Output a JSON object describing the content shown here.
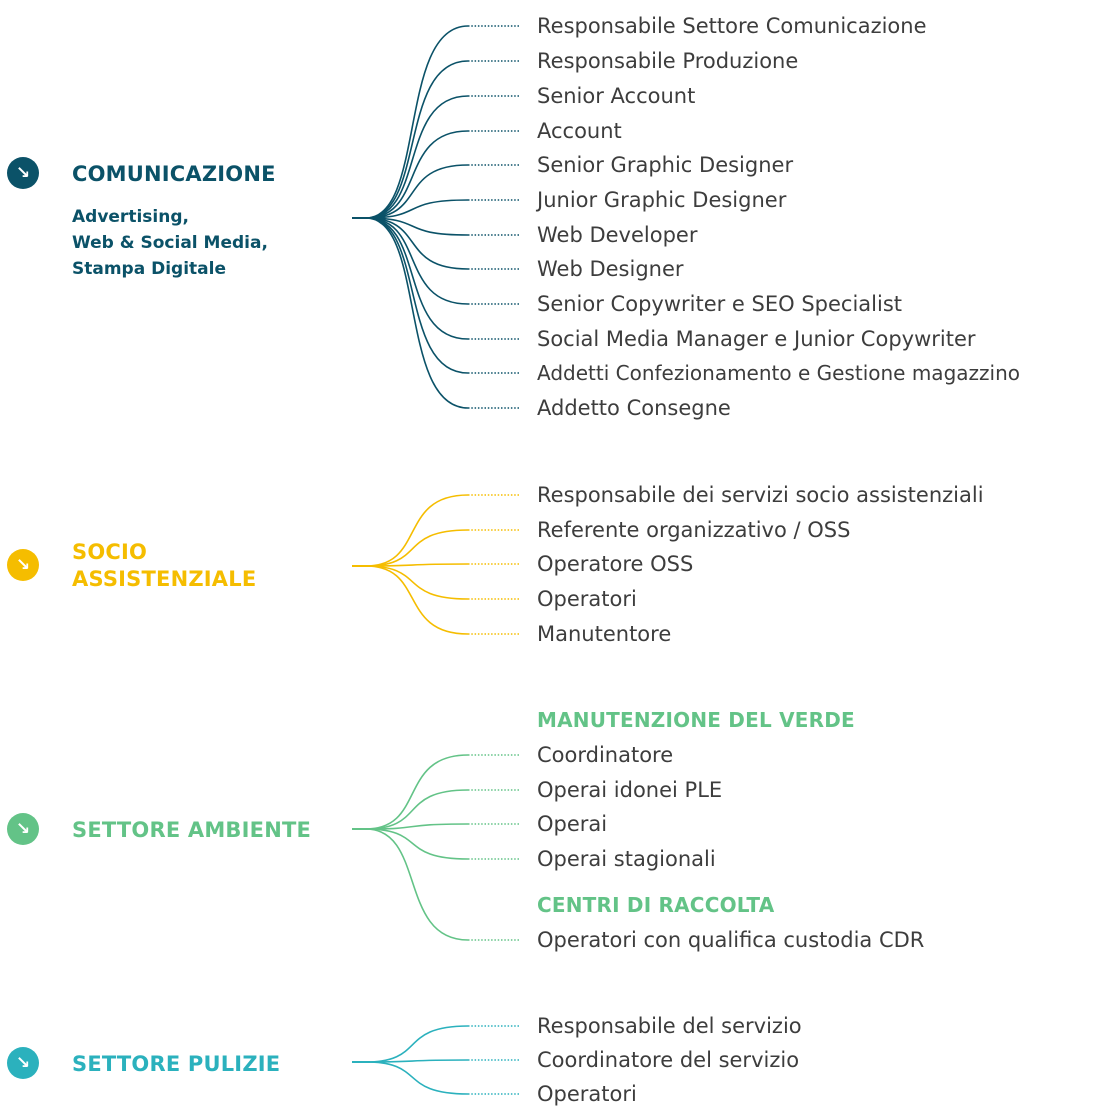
{
  "sectors": [
    {
      "id": "comunicazione",
      "color": "#0b5268",
      "icon": "arrow-down-right-icon",
      "title": "COMUNICAZIONE",
      "subtitle": [
        "Advertising,",
        "Web & Social Media,",
        "Stampa Digitale"
      ],
      "roles": [
        "Responsabile Settore Comunicazione",
        "Responsabile Produzione",
        "Senior Account",
        "Account",
        "Senior Graphic Designer",
        "Junior Graphic Designer",
        "Web Developer",
        "Web Designer",
        "Senior Copywriter e SEO Specialist",
        "Social Media Manager e Junior Copywriter",
        "Addetti Confezionamento e Gestione magazzino",
        "Addetto Consegne"
      ]
    },
    {
      "id": "socio-assistenziale",
      "color": "#f5bd00",
      "icon": "arrow-down-right-icon",
      "title": [
        "SOCIO",
        "ASSISTENZIALE"
      ],
      "roles": [
        "Responsabile dei servizi socio assistenziali",
        "Referente organizzativo / OSS",
        "Operatore OSS",
        "Operatori",
        "Manutentore"
      ]
    },
    {
      "id": "ambiente",
      "color": "#63c387",
      "icon": "arrow-down-right-icon",
      "title": "SETTORE AMBIENTE",
      "groups": [
        {
          "heading": "MANUTENZIONE DEL VERDE",
          "roles": [
            "Coordinatore",
            "Operai idonei PLE",
            "Operai",
            "Operai stagionali"
          ]
        },
        {
          "heading": "CENTRI DI RACCOLTA",
          "roles": [
            "Operatori con qualifica custodia CDR"
          ]
        }
      ]
    },
    {
      "id": "pulizie",
      "color": "#2bb1bd",
      "icon": "arrow-down-right-icon",
      "title": "SETTORE PULIZIE",
      "roles": [
        "Responsabile del servizio",
        "Coordinatore del servizio",
        "Operatori"
      ]
    }
  ]
}
